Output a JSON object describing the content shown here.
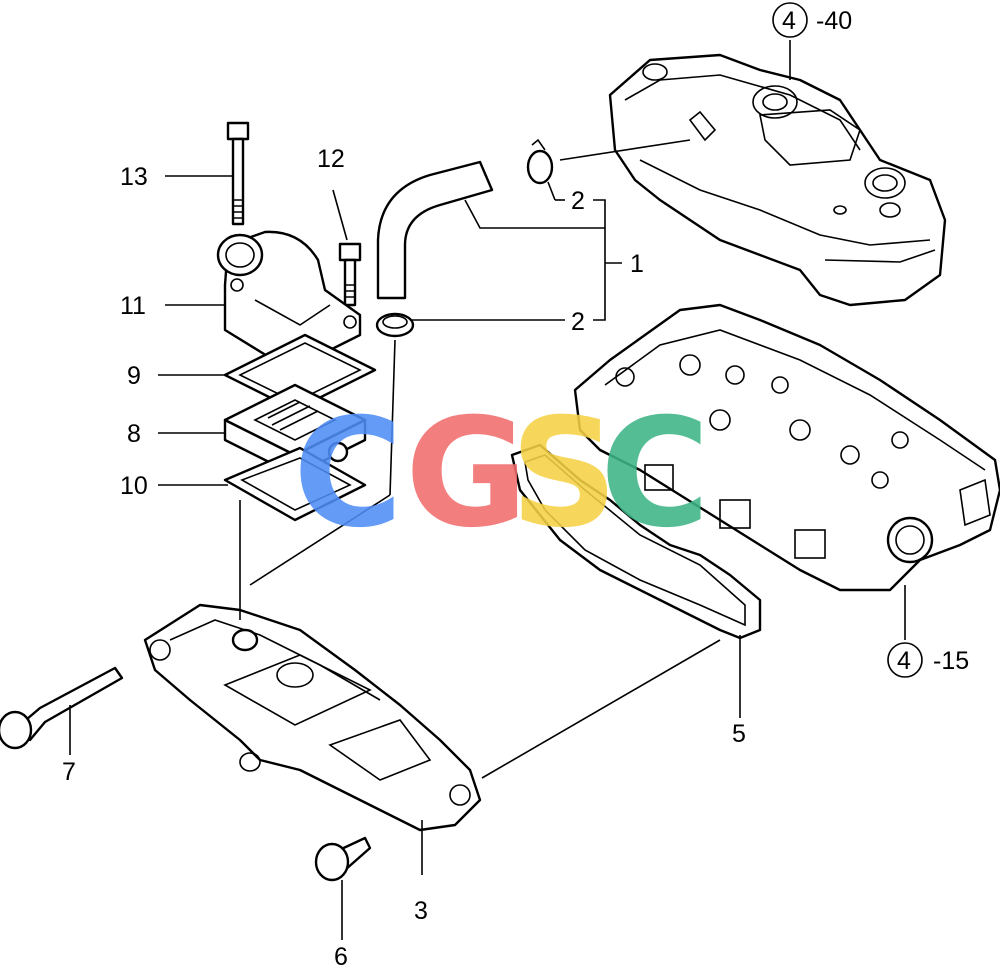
{
  "callouts": {
    "c1": "1",
    "c2a": "2",
    "c2b": "2",
    "c3": "3",
    "c5": "5",
    "c6": "6",
    "c7": "7",
    "c8": "8",
    "c9": "9",
    "c10": "10",
    "c11": "11",
    "c12": "12",
    "c13": "13"
  },
  "refs": {
    "top": {
      "circle": "4",
      "suffix": "-40"
    },
    "bottom": {
      "circle": "4",
      "suffix": "-15"
    }
  },
  "watermark": {
    "letters": [
      "C",
      "G",
      "S",
      "C"
    ],
    "colors": [
      "#4f8ef7",
      "#f26d6d",
      "#f5d245",
      "#3db586"
    ]
  }
}
